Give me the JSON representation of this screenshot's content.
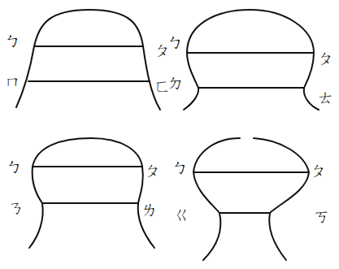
{
  "diagram": {
    "labels": [
      "ㄅ",
      "ㄆ",
      "ㄇ",
      "ㄈ",
      "ㄅ",
      "ㄆ",
      "ㄉ",
      "ㄊ",
      "ㄅ",
      "ㄆ",
      "ㄋ",
      "ㄌ",
      "ㄅ",
      "ㄆ",
      "ㄍ",
      "ㄎ"
    ]
  }
}
